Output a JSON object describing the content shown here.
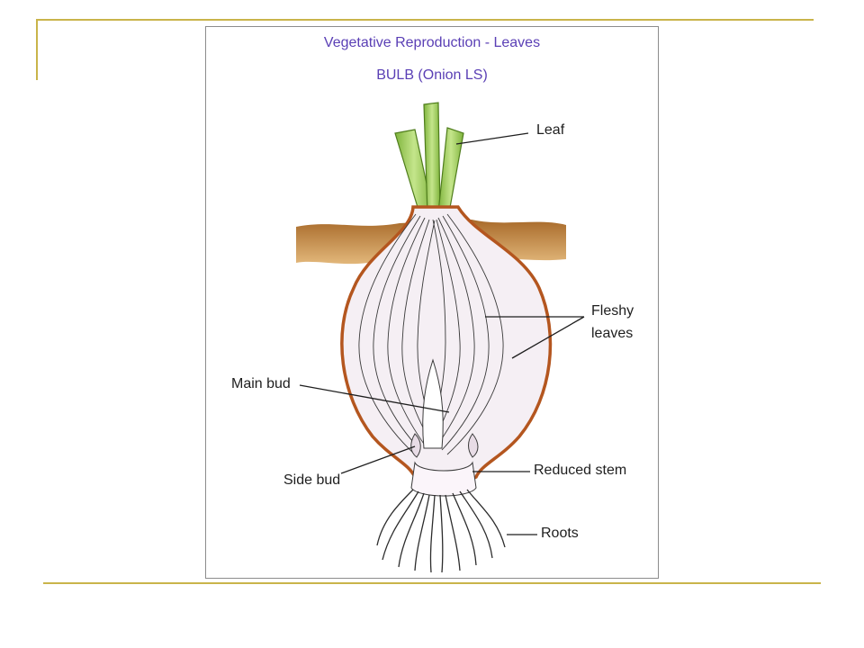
{
  "figure": {
    "title": "Vegetative Reproduction - Leaves",
    "subtitle": "BULB (Onion LS)"
  },
  "labels": {
    "leaf": "Leaf",
    "fleshy_leaves_line1": "Fleshy",
    "fleshy_leaves_line2": "leaves",
    "main_bud": "Main bud",
    "side_bud": "Side bud",
    "reduced_stem": "Reduced stem",
    "roots": "Roots"
  },
  "colors": {
    "accent_rule": "#c9b44a",
    "title_text": "#5a3fb5",
    "soil": "#b57a36",
    "bulb_skin": "#b4561f",
    "bulb_flesh": "#f5eff4",
    "leaf_green": "#9acb4e"
  }
}
